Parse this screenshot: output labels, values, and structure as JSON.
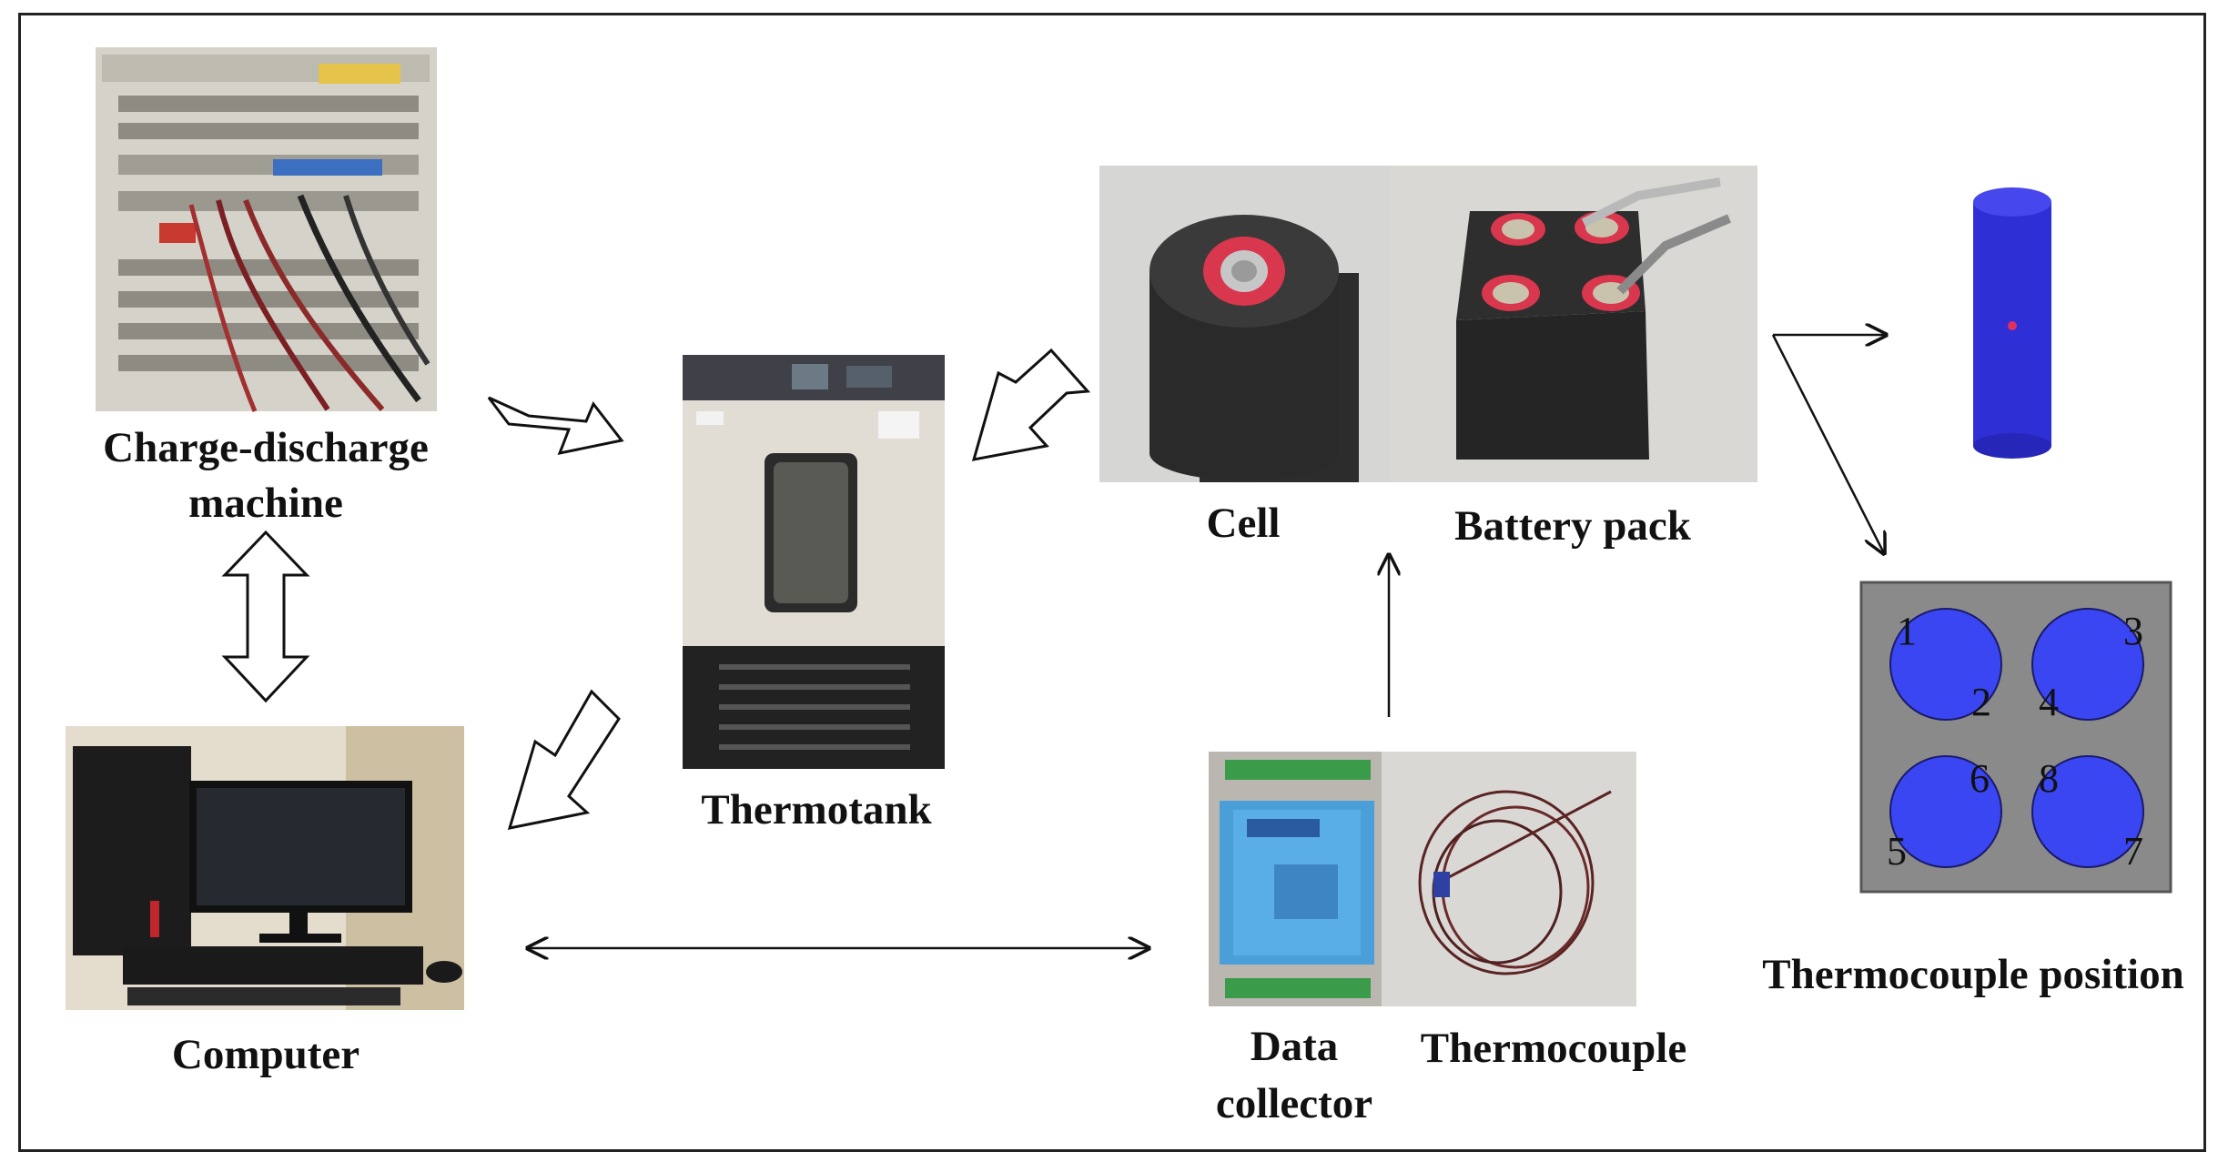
{
  "labels": {
    "charge_discharge_1": "Charge-discharge",
    "charge_discharge_2": "machine",
    "computer": "Computer",
    "thermotank": "Thermotank",
    "cell": "Cell",
    "battery_pack": "Battery pack",
    "data_collector_1": "Data",
    "data_collector_2": "collector",
    "thermocouple": "Thermocouple",
    "thermocouple_position": "Thermocouple position"
  },
  "positions": [
    "1",
    "2",
    "3",
    "4",
    "5",
    "6",
    "7",
    "8"
  ],
  "colors": {
    "cylinder_blue": "#2f2fd6",
    "circle_blue": "#3a46f2",
    "pack_gray": "#8a8a8a",
    "cell_red": "#d8374d",
    "rack_gray": "#c9c7bf",
    "device_blue": "#4a9fd8"
  }
}
